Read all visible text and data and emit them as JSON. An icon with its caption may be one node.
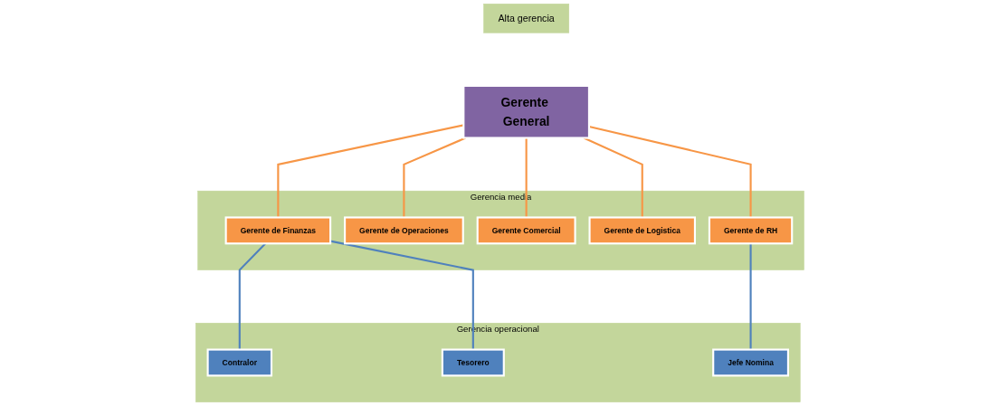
{
  "diagram": {
    "nodes": [
      {
        "text": [
          "Alta gerencia"
        ]
      },
      {
        "text": [
          "Gerente General"
        ]
      },
      {
        "text": [
          "Gerencia media"
        ]
      },
      {
        "text": [
          "Gerente de Finanzas"
        ],
        "in": 2
      },
      {
        "text": [
          "Gerente de Operaciones"
        ],
        "in": 2
      },
      {
        "text": [
          "Gerente Comercial"
        ],
        "in": 2
      },
      {
        "text": [
          "Gerente de Logistica"
        ],
        "in": 2
      },
      {
        "text": [
          "Gerente de RH"
        ],
        "in": 2
      },
      {
        "text": [
          "Gerencia operacional"
        ]
      },
      {
        "text": [
          "Contralor"
        ],
        "in": 8
      },
      {
        "text": [
          "Tesorero"
        ],
        "in": 8
      },
      {
        "text": [
          "Jefe Nomina"
        ],
        "in": 8
      }
    ],
    "edges": [
      {
        "from": 1,
        "to": 3,
        "arrow": "none"
      },
      {
        "from": 1,
        "to": 4,
        "arrow": "none"
      },
      {
        "from": 1,
        "to": 5,
        "arrow": "none"
      },
      {
        "from": 1,
        "to": 6,
        "arrow": "none"
      },
      {
        "from": 1,
        "to": 7,
        "arrow": "none"
      },
      {
        "from": 3,
        "to": 9,
        "arrow": "none",
        "color": "#4f81bd"
      },
      {
        "from": 3,
        "to": 10,
        "arrow": "none",
        "color": "#4f81bd"
      },
      {
        "from": 7,
        "to": 11,
        "arrow": "none",
        "color": "#4f81bd"
      }
    ]
  }
}
